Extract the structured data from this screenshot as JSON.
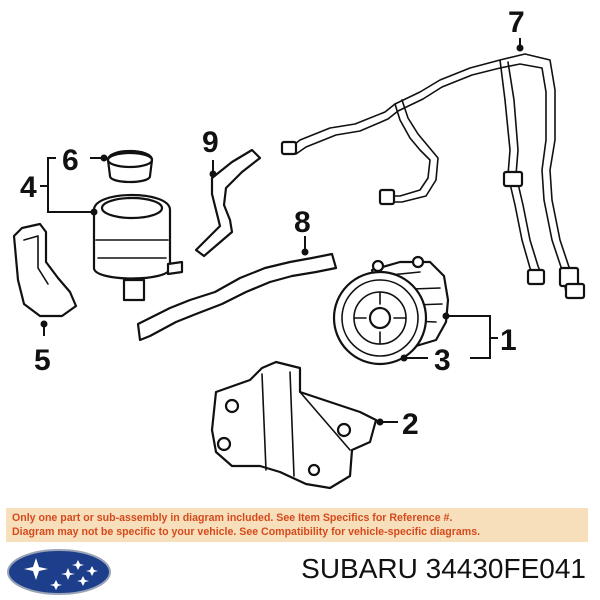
{
  "callouts": [
    "1",
    "2",
    "3",
    "4",
    "5",
    "6",
    "7",
    "8",
    "9"
  ],
  "disclaimer": {
    "line1": "Only one part or sub-assembly in diagram included. See Item Specifics for Reference #.",
    "line2": "Diagram may not be specific to your vehicle. See Compatibility for vehicle-specific diagrams."
  },
  "brand": "SUBARU",
  "part_number": "34430FE041",
  "colors": {
    "disclaimer_background": "#f7dfbb",
    "disclaimer_text": "#d54a1c",
    "logo_blue": "#1d3e8a",
    "logo_star": "#ffffff"
  },
  "icons": {
    "logo": "subaru-pleiades-logo"
  }
}
